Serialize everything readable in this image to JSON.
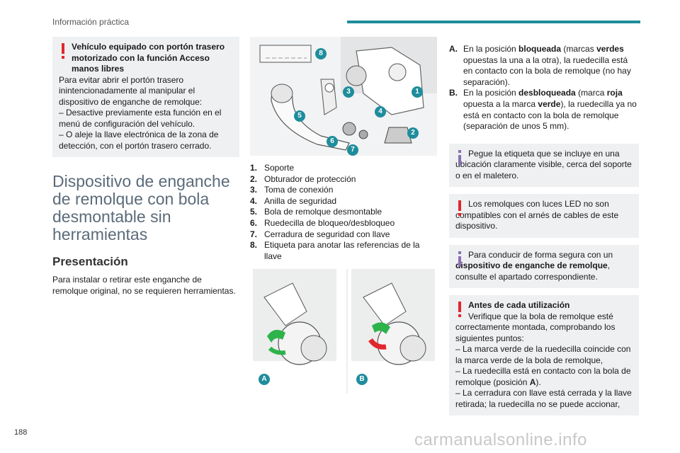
{
  "header": {
    "section": "Información práctica"
  },
  "page_number": "188",
  "watermark": "carmanualsonline.info",
  "col1": {
    "warning1": {
      "title": "Vehículo equipado con portón trasero motorizado con la función Acceso manos libres",
      "p1": "Para evitar abrir el portón trasero inintencionadamente al manipular el dispositivo de enganche de remolque:",
      "b1": "–  Desactive previamente esta función en el menú de configuración del vehículo.",
      "b2": "–  O aleje la llave electrónica de la zona de detección, con el portón trasero cerrado."
    },
    "big_title": "Dispositivo de enganche de remolque con bola desmontable sin herramientas",
    "subtitle": "Presentación",
    "body": "Para instalar o retirar este enganche de remolque original, no se requieren herramientas."
  },
  "col2": {
    "figure_badges": [
      "1",
      "2",
      "3",
      "4",
      "5",
      "6",
      "7",
      "8"
    ],
    "legend": [
      {
        "num": "1.",
        "text": "Soporte"
      },
      {
        "num": "2.",
        "text": "Obturador de protección"
      },
      {
        "num": "3.",
        "text": "Toma de conexión"
      },
      {
        "num": "4.",
        "text": "Anilla de seguridad"
      },
      {
        "num": "5.",
        "text": "Bola de remolque desmontable"
      },
      {
        "num": "6.",
        "text": "Ruedecilla de bloqueo/desbloqueo"
      },
      {
        "num": "7.",
        "text": "Cerradura de seguridad con llave"
      },
      {
        "num": "8.",
        "text": "Etiqueta para anotar las referencias de la llave"
      }
    ],
    "fig_a_label": "A",
    "fig_b_label": "B"
  },
  "col3": {
    "a_letter": "A.",
    "a_t1": "En la posición ",
    "a_b1": "bloqueada",
    "a_t2": " (marcas ",
    "a_b2": "verdes",
    "a_t3": " opuestas la una a la otra), la ruedecilla está en contacto con la bola de remolque (no hay separación).",
    "b_letter": "B.",
    "b_t1": "En la posición ",
    "b_b1": "desbloqueada",
    "b_t2": " (marca ",
    "b_b2": "roja",
    "b_t3": " opuesta a la marca ",
    "b_b3": "verde",
    "b_t4": "), la ruedecilla ya no está en contacto con la bola de remolque (separación de unos 5 mm).",
    "info1": "Pegue la etiqueta que se incluye en una ubicación claramente visible, cerca del soporte o en el maletero.",
    "warn_led": "Los remolques con luces LED no son compatibles con el arnés de cables de este dispositivo.",
    "info2_t1": "Para conducir de forma segura con un ",
    "info2_b": "dispositivo de enganche de remolque",
    "info2_t2": ", consulte el apartado correspondiente.",
    "warn3_title": "Antes de cada utilización",
    "warn3_p1": "Verifique que la bola de remolque esté correctamente montada, comprobando los siguientes puntos:",
    "warn3_b1": "–  La marca verde de la ruedecilla coincide con la marca verde de la bola de remolque,",
    "warn3_b2_t1": "–  La ruedecilla está en contacto con la bola de remolque (posición ",
    "warn3_b2_b": "A",
    "warn3_b2_t2": ").",
    "warn3_b3": "–  La cerradura con llave está cerrada y la llave retirada; la ruedecilla no se puede accionar,"
  }
}
